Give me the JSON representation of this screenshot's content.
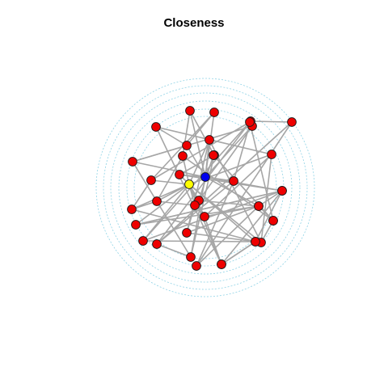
{
  "title": "Closeness",
  "colors": {
    "node_default": "#ee0000",
    "node_outline": "#1a1a1a",
    "edge": "#a6a6a6",
    "ring": "#8fd3e6",
    "highlight_blue": "#0000ee",
    "highlight_yellow": "#ffff00"
  },
  "layout_style": "concentric rings (closeness layout)",
  "ring_count": 6,
  "nodes": [
    {
      "id": "n1",
      "color": "node_default"
    },
    {
      "id": "n2",
      "color": "node_default"
    },
    {
      "id": "n3",
      "color": "node_default"
    },
    {
      "id": "n4",
      "color": "node_default"
    },
    {
      "id": "n5",
      "color": "node_default"
    },
    {
      "id": "n6",
      "color": "node_default"
    },
    {
      "id": "n7",
      "color": "node_default"
    },
    {
      "id": "n8",
      "color": "node_default"
    },
    {
      "id": "n9",
      "color": "node_default"
    },
    {
      "id": "n10",
      "color": "node_default"
    },
    {
      "id": "n11",
      "color": "node_default"
    },
    {
      "id": "n12",
      "color": "node_default"
    },
    {
      "id": "n13",
      "color": "node_default"
    },
    {
      "id": "n14",
      "color": "node_default"
    },
    {
      "id": "n15",
      "color": "node_default"
    },
    {
      "id": "n16",
      "color": "node_default"
    },
    {
      "id": "n17",
      "color": "node_default"
    },
    {
      "id": "n18",
      "color": "node_default"
    },
    {
      "id": "n19",
      "color": "node_default"
    },
    {
      "id": "n20",
      "color": "node_default"
    },
    {
      "id": "n21",
      "color": "node_default"
    },
    {
      "id": "n22",
      "color": "node_default"
    },
    {
      "id": "n23",
      "color": "node_default"
    },
    {
      "id": "n24",
      "color": "node_default"
    },
    {
      "id": "n25",
      "color": "node_default"
    },
    {
      "id": "n26",
      "color": "node_default"
    },
    {
      "id": "n27",
      "color": "node_default"
    },
    {
      "id": "n28",
      "color": "node_default"
    },
    {
      "id": "n29",
      "color": "node_default"
    },
    {
      "id": "n30",
      "color": "node_default"
    },
    {
      "id": "n31",
      "color": "node_default"
    },
    {
      "id": "n32",
      "color": "node_default"
    },
    {
      "id": "n33",
      "color": "node_default"
    },
    {
      "id": "n34",
      "color": "node_default"
    },
    {
      "id": "n35",
      "color": "node_default"
    },
    {
      "id": "n36",
      "color": "node_default"
    },
    {
      "id": "n37",
      "color": "node_default"
    },
    {
      "id": "n38",
      "color": "node_default"
    },
    {
      "id": "n39",
      "color": "node_default"
    },
    {
      "id": "blue",
      "color": "highlight_blue"
    },
    {
      "id": "yellow",
      "color": "highlight_yellow"
    }
  ],
  "edges": [
    [
      "blue",
      "n1"
    ],
    [
      "blue",
      "n2"
    ],
    [
      "blue",
      "n7"
    ],
    [
      "blue",
      "n8"
    ],
    [
      "blue",
      "n9"
    ],
    [
      "blue",
      "n12"
    ],
    [
      "blue",
      "n6"
    ],
    [
      "blue",
      "n13"
    ],
    [
      "blue",
      "n14"
    ],
    [
      "blue",
      "n30"
    ],
    [
      "blue",
      "n16"
    ],
    [
      "blue",
      "n21"
    ],
    [
      "yellow",
      "n7"
    ],
    [
      "yellow",
      "n10"
    ],
    [
      "yellow",
      "n11"
    ],
    [
      "yellow",
      "n13"
    ],
    [
      "yellow",
      "n15"
    ],
    [
      "yellow",
      "n17"
    ],
    [
      "yellow",
      "n18"
    ],
    [
      "yellow",
      "n19"
    ],
    [
      "yellow",
      "n20"
    ],
    [
      "yellow",
      "n24"
    ],
    [
      "yellow",
      "n27"
    ],
    [
      "yellow",
      "n28"
    ],
    [
      "yellow",
      "n31"
    ],
    [
      "yellow",
      "n26"
    ],
    [
      "yellow",
      "n22"
    ],
    [
      "n1",
      "n9"
    ],
    [
      "n1",
      "n10"
    ],
    [
      "n2",
      "n8"
    ],
    [
      "n2",
      "n15"
    ],
    [
      "n3",
      "n14"
    ],
    [
      "n3",
      "n29"
    ],
    [
      "n4",
      "n31"
    ],
    [
      "n4",
      "n8"
    ],
    [
      "n4",
      "n11"
    ],
    [
      "n5",
      "n29"
    ],
    [
      "n5",
      "n32"
    ],
    [
      "n6",
      "n12"
    ],
    [
      "n6",
      "n33"
    ],
    [
      "n6",
      "n18"
    ],
    [
      "n7",
      "n27"
    ],
    [
      "n7",
      "n25"
    ],
    [
      "n9",
      "n30"
    ],
    [
      "n10",
      "n23"
    ],
    [
      "n11",
      "n22"
    ],
    [
      "n12",
      "n30"
    ],
    [
      "n13",
      "n16"
    ],
    [
      "n14",
      "n29"
    ],
    [
      "n14",
      "n32"
    ],
    [
      "n15",
      "n33"
    ],
    [
      "n16",
      "n24"
    ],
    [
      "n16",
      "n26"
    ],
    [
      "n16",
      "n28"
    ],
    [
      "n17",
      "n19"
    ],
    [
      "n17",
      "n20"
    ],
    [
      "n18",
      "n21"
    ],
    [
      "n19",
      "n25"
    ],
    [
      "n20",
      "n26"
    ],
    [
      "n21",
      "n24"
    ],
    [
      "n22",
      "n39"
    ],
    [
      "n23",
      "n36"
    ],
    [
      "n23",
      "n34"
    ],
    [
      "n24",
      "n35"
    ],
    [
      "n25",
      "n37"
    ],
    [
      "n26",
      "n28"
    ],
    [
      "n27",
      "n38"
    ],
    [
      "n28",
      "n33"
    ],
    [
      "n29",
      "n30"
    ],
    [
      "n31",
      "n37"
    ],
    [
      "n32",
      "n36"
    ],
    [
      "n34",
      "n38"
    ],
    [
      "n35",
      "n39"
    ],
    [
      "n36",
      "n25"
    ],
    [
      "n37",
      "n39"
    ],
    [
      "n3",
      "n5"
    ],
    [
      "n8",
      "n12"
    ],
    [
      "n9",
      "n13"
    ],
    [
      "n10",
      "n17"
    ],
    [
      "n15",
      "n20"
    ],
    [
      "n18",
      "n34"
    ],
    [
      "n21",
      "n35"
    ],
    [
      "n22",
      "n36"
    ],
    [
      "n27",
      "n11"
    ],
    [
      "n31",
      "n26"
    ],
    [
      "n33",
      "n38"
    ]
  ]
}
